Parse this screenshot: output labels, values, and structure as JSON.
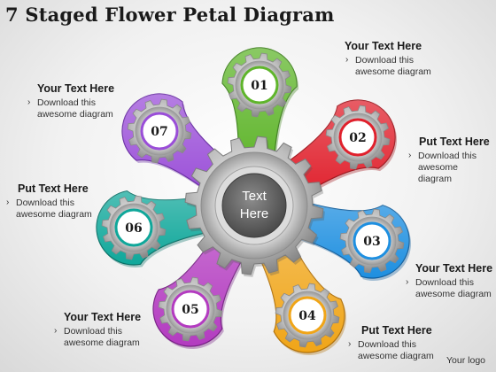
{
  "title": "7 Staged Flower Petal Diagram",
  "center": {
    "line1": "Text",
    "line2": "Here"
  },
  "stages": [
    {
      "num": "01",
      "color": "#5fb52b",
      "dark": "#3a7f17"
    },
    {
      "num": "02",
      "color": "#e0202c",
      "dark": "#9e1018"
    },
    {
      "num": "03",
      "color": "#1e8fe0",
      "dark": "#0f5d9c"
    },
    {
      "num": "04",
      "color": "#f0a518",
      "dark": "#b07008"
    },
    {
      "num": "05",
      "color": "#b33bc0",
      "dark": "#761f83"
    },
    {
      "num": "06",
      "color": "#0fa79a",
      "dark": "#087167"
    },
    {
      "num": "07",
      "color": "#9a4ed8",
      "dark": "#6426a0"
    }
  ],
  "labels": [
    {
      "heading": "Your Text Here",
      "body": "Download this awesome diagram"
    },
    {
      "heading": "Put Text Here",
      "body": "Download this awesome diagram"
    },
    {
      "heading": "Your Text Here",
      "body": "Download this awesome diagram"
    },
    {
      "heading": "Put Text Here",
      "body": "Download this awesome diagram"
    },
    {
      "heading": "Your Text Here",
      "body": "Download this awesome diagram"
    },
    {
      "heading": "Put Text Here",
      "body": "Download this awesome diagram"
    },
    {
      "heading": "Your Text Here",
      "body": "Download this awesome diagram"
    }
  ],
  "logo": "Your logo"
}
